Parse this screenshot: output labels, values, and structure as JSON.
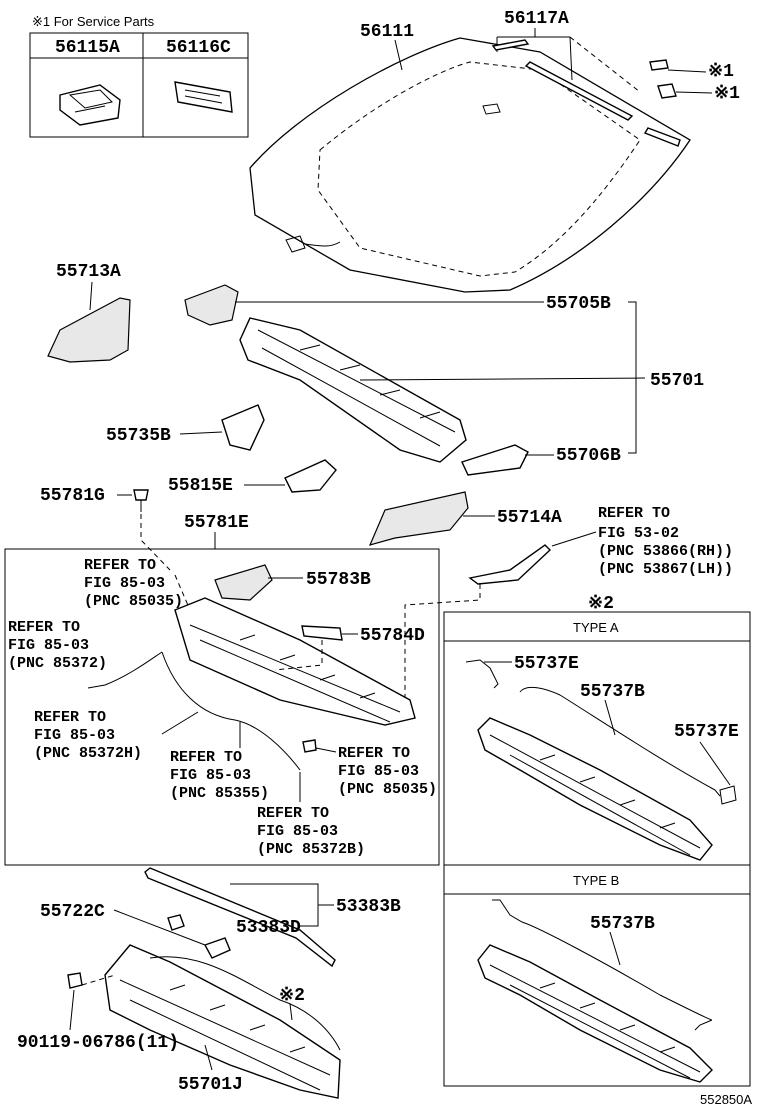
{
  "service_parts": {
    "title": "※1 For Service Parts",
    "col1": "56115A",
    "col2": "56116C"
  },
  "parts": {
    "p56111": "56111",
    "p56117A": "56117A",
    "mark1a": "※1",
    "mark1b": "※1",
    "p55713A": "55713A",
    "p55705B": "55705B",
    "p55701": "55701",
    "p55735B": "55735B",
    "p55706B": "55706B",
    "p55815E": "55815E",
    "p55781G": "55781G",
    "p55714A": "55714A",
    "p55781E": "55781E",
    "p55783B": "55783B",
    "p55784D": "55784D",
    "p55722C": "55722C",
    "p53383D": "53383D",
    "p53383B": "53383B",
    "p90119": "90119-06786(11)",
    "p55701J": "55701J",
    "mark2_bottom": "※2",
    "mark2_type": "※2"
  },
  "refs": {
    "r5302": [
      "REFER TO",
      "FIG 53-02",
      "(PNC 53866(RH))",
      "(PNC 53867(LH))"
    ],
    "r85035a": [
      "REFER TO",
      "FIG 85-03",
      "(PNC 85035)"
    ],
    "r85372": [
      "REFER TO",
      "FIG 85-03",
      "(PNC 85372)"
    ],
    "r85372H": [
      "REFER TO",
      "FIG 85-03",
      "(PNC 85372H)"
    ],
    "r85355": [
      "REFER TO",
      "FIG 85-03",
      "(PNC 85355)"
    ],
    "r85035b": [
      "REFER TO",
      "FIG 85-03",
      "(PNC 85035)"
    ],
    "r85372B": [
      "REFER TO",
      "FIG 85-03",
      "(PNC 85372B)"
    ]
  },
  "type_a": {
    "label": "TYPE A",
    "p55737E_1": "55737E",
    "p55737B": "55737B",
    "p55737E_2": "55737E"
  },
  "type_b": {
    "label": "TYPE B",
    "p55737B": "55737B"
  },
  "footer": {
    "code": "552850A"
  }
}
